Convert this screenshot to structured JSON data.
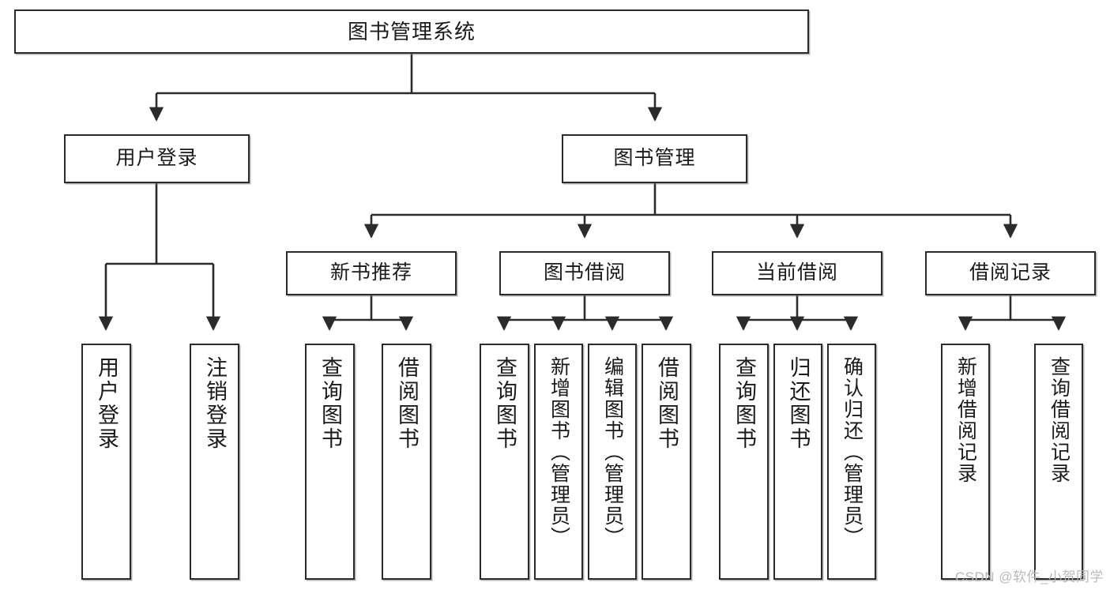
{
  "diagram": {
    "title": "图书管理系统",
    "type": "tree-hierarchy-chart",
    "watermark": "CSDN @软件_小贺同学",
    "colors": {
      "stroke": "#2b2b2b",
      "fill": "#ffffff",
      "text": "#1a1a1a",
      "watermark": "#b9b9b9"
    },
    "nodes": {
      "root": {
        "label": "图书管理系统"
      },
      "level1": [
        {
          "id": "user-login",
          "label": "用户登录"
        },
        {
          "id": "book-manage",
          "label": "图书管理"
        }
      ],
      "level2": [
        {
          "id": "new-book-recommend",
          "label": "新书推荐"
        },
        {
          "id": "book-borrow",
          "label": "图书借阅"
        },
        {
          "id": "current-borrow",
          "label": "当前借阅"
        },
        {
          "id": "borrow-record",
          "label": "借阅记录"
        }
      ],
      "leaves": {
        "user_login": [
          {
            "id": "leaf-user-login",
            "label": "用户登录"
          },
          {
            "id": "leaf-logout-login",
            "label": "注销登录"
          }
        ],
        "new_book_recommend": [
          {
            "id": "leaf-query-book-1",
            "label": "查询图书"
          },
          {
            "id": "leaf-borrow-book-1",
            "label": "借阅图书"
          }
        ],
        "book_borrow": [
          {
            "id": "leaf-query-book-2",
            "label": "查询图书"
          },
          {
            "id": "leaf-add-book",
            "label": "新增图书（管理员）"
          },
          {
            "id": "leaf-edit-book",
            "label": "编辑图书（管理员）"
          },
          {
            "id": "leaf-borrow-book-2",
            "label": "借阅图书"
          }
        ],
        "current_borrow": [
          {
            "id": "leaf-query-book-3",
            "label": "查询图书"
          },
          {
            "id": "leaf-return-book",
            "label": "归还图书"
          },
          {
            "id": "leaf-confirm-return",
            "label": "确认归还（管理员）"
          }
        ],
        "borrow_record": [
          {
            "id": "leaf-add-record",
            "label": "新增借阅记录"
          },
          {
            "id": "leaf-query-record",
            "label": "查询借阅记录"
          }
        ]
      }
    }
  }
}
